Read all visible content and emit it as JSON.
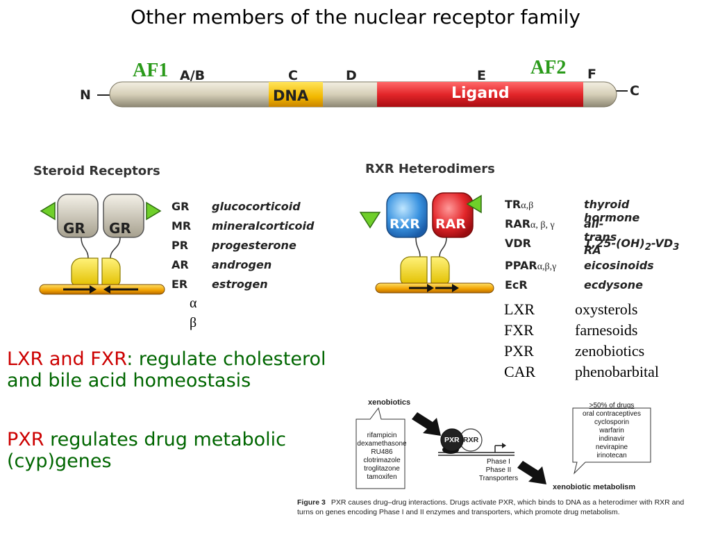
{
  "title": "Other members of the nuclear receptor family",
  "domain_bar": {
    "af1": "AF1",
    "af2": "AF2",
    "n_label": "N",
    "c_label": "C",
    "labels": {
      "ab": "A/B",
      "c": "C",
      "d": "D",
      "e": "E",
      "f": "F"
    },
    "dna_label": "DNA",
    "ligand_label": "Ligand",
    "colors": {
      "dna": "#f5c400",
      "ligand": "#e8282c",
      "bar": "#d9d3c0",
      "af": "#2a9a1a"
    }
  },
  "steroid": {
    "heading": "Steroid Receptors",
    "receptor": "GR",
    "rows": [
      {
        "receptor": "GR",
        "ligand": "glucocorticoid"
      },
      {
        "receptor": "MR",
        "ligand": "mineralcorticoid"
      },
      {
        "receptor": "PR",
        "ligand": "progesterone"
      },
      {
        "receptor": "AR",
        "ligand": "androgen"
      },
      {
        "receptor": "ER",
        "ligand": "estrogen"
      }
    ],
    "alpha": "α",
    "beta": "β"
  },
  "rxr": {
    "heading": "RXR Heterodimers",
    "left": "RXR",
    "right": "RAR",
    "rows": [
      {
        "receptor": "TR",
        "sub": "α,β",
        "ligand": "thyroid hormone"
      },
      {
        "receptor": "RAR",
        "sub": "α, β, γ",
        "ligand": "all-trans RA"
      },
      {
        "receptor": "VDR",
        "sub": "",
        "ligand": "1,25-(OH)",
        "lig_sub": "2",
        "lig_tail": "-VD",
        "lig_sub2": "3"
      },
      {
        "receptor": "PPAR",
        "sub": "α,β,γ",
        "ligand": "eicosinoids"
      },
      {
        "receptor": "EcR",
        "sub": "",
        "ligand": "ecdysone"
      }
    ],
    "extra": [
      {
        "receptor": "LXR",
        "ligand": "oxysterols"
      },
      {
        "receptor": "FXR",
        "ligand": "farnesoids"
      },
      {
        "receptor": "PXR",
        "ligand": "zenobiotics"
      },
      {
        "receptor": "CAR",
        "ligand": "phenobarbital"
      }
    ]
  },
  "notes": {
    "n1_red": "LXR and FXR",
    "n1_green1": ": regulate cholesterol",
    "n1_green2": "and bile acid homeostasis",
    "n2_red": "PXR",
    "n2_green1": " regulates drug metabolic",
    "n2_green2": "(cyp)genes"
  },
  "figure": {
    "xenobiotics": "xenobiotics",
    "drugs": [
      "rifampicin",
      "dexamethasone",
      "RU486",
      "clotrimazole",
      "troglitazone",
      "tamoxifen"
    ],
    "pxr": "PXR",
    "rxr": "RXR",
    "phases": [
      "Phase I",
      "Phase II",
      "Transporters"
    ],
    "pct": ">50% of drugs",
    "drug_list": [
      "oral contraceptives",
      "cyclosporin",
      "warfarin",
      "indinavir",
      "nevirapine",
      "irinotecan"
    ],
    "metabolism": "xenobiotic metabolism",
    "cap_label": "Figure 3",
    "cap_line1": "PXR causes drug–drug interactions. Drugs activate PXR, which binds to DNA as a heterodimer with RXR and",
    "cap_line2": "turns on genes encoding Phase I and II enzymes and transporters, which promote drug metabolism."
  }
}
